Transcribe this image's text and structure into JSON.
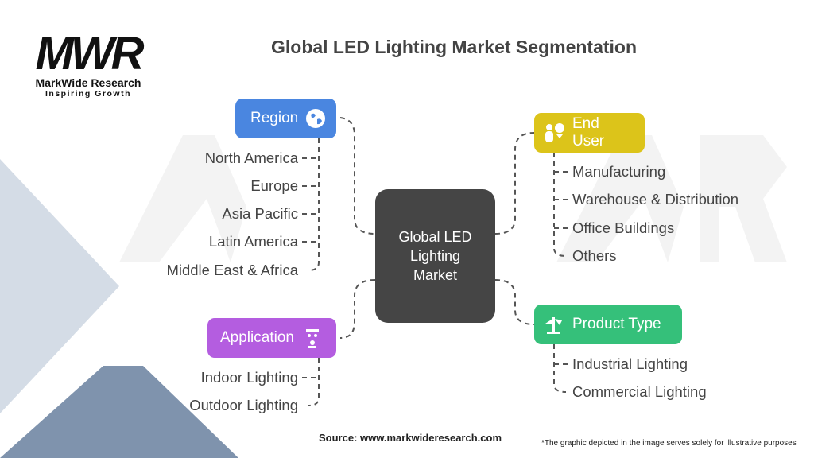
{
  "logo": {
    "mark": "MWR",
    "name": "MarkWide Research",
    "tagline": "Inspiring Growth"
  },
  "title": "Global LED Lighting Market Segmentation",
  "center": {
    "line1": "Global LED",
    "line2": "Lighting",
    "line3": "Market"
  },
  "region": {
    "label": "Region",
    "color": "#4a86e0",
    "items": [
      "North America",
      "Europe",
      "Asia Pacific",
      "Latin America",
      "Middle East & Africa"
    ]
  },
  "end_user": {
    "label": "End User",
    "color": "#dcc41a",
    "items": [
      "Manufacturing",
      "Warehouse & Distribution",
      "Office Buildings",
      "Others"
    ]
  },
  "application": {
    "label": "Application",
    "color": "#b45de0",
    "items": [
      "Indoor Lighting",
      "Outdoor Lighting"
    ]
  },
  "product_type": {
    "label": "Product Type",
    "color": "#35c07a",
    "items": [
      "Industrial Lighting",
      "Commercial Lighting"
    ]
  },
  "source": "Source: www.markwideresearch.com",
  "disclaimer": "*The graphic depicted in the image serves solely for illustrative purposes"
}
